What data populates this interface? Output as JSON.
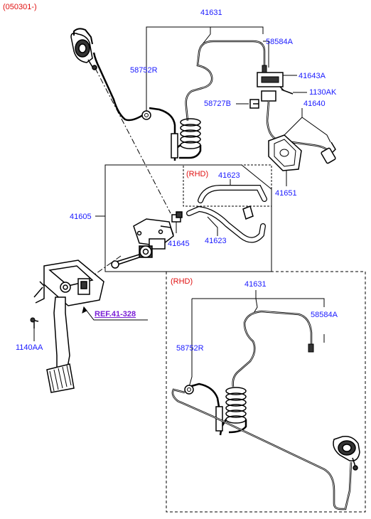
{
  "header": {
    "code": "(050301-)"
  },
  "labels": {
    "p41631_top": "41631",
    "p58584A_top": "58584A",
    "p58752R_top": "58752R",
    "p41643A": "41643A",
    "p1130AK": "1130AK",
    "p58727B": "58727B",
    "p41640": "41640",
    "p41651": "41651",
    "rhd_box1": "(RHD)",
    "p41623_a": "41623",
    "p41623_b": "41623",
    "p41605": "41605",
    "p41645": "41645",
    "ref": "REF.41-328",
    "p1140AA": "1140AA",
    "rhd_box2": "(RHD)",
    "p41631_bottom": "41631",
    "p58584A_bottom": "58584A",
    "p58752R_bottom": "58752R"
  },
  "colors": {
    "part_number": "#1a1aff",
    "variant_note": "#e01010",
    "reference": "#7a1fd6",
    "line": "#000000"
  }
}
